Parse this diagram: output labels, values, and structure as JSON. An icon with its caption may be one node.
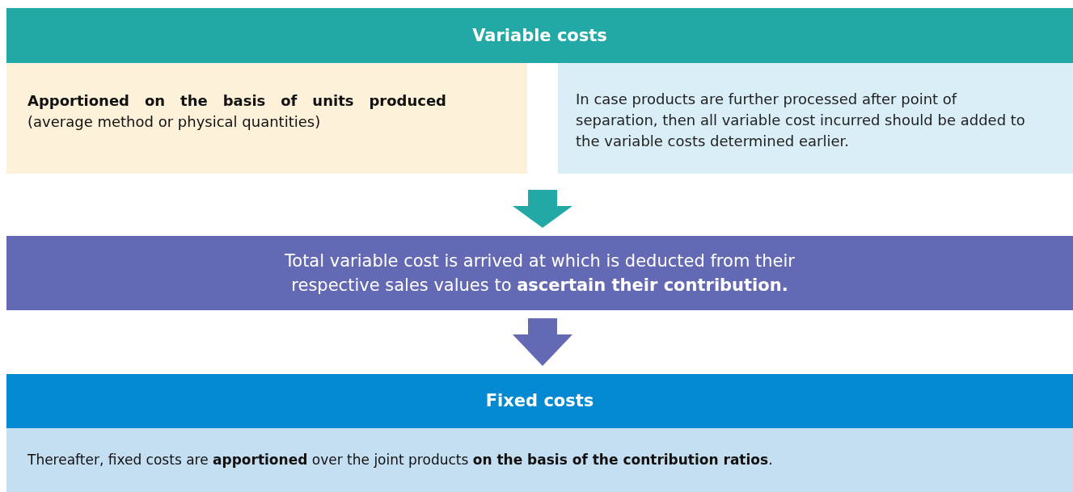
{
  "diagram": {
    "nodes": [
      {
        "text": [
          "Variable costs"
        ]
      },
      {
        "text": [
          "**Apportioned on the basis of units produced** (average method or physical quantities)"
        ]
      },
      {
        "text": [
          "In case products are further processed after point of separation, then all variable cost incurred should be added to the variable costs determined earlier."
        ]
      },
      {
        "text": [
          "Total variable cost is arrived at which is deducted from their respective sales values to **ascertain their contribution.**"
        ]
      },
      {
        "text": [
          "Fixed costs"
        ]
      },
      {
        "text": [
          "Thereafter, fixed costs are **apportioned** over the joint products **on the basis of the contribution ratios**."
        ]
      }
    ],
    "edges": [
      {
        "from": null,
        "to": 3,
        "arrow": "to",
        "style": "thick",
        "color": "#23a9a5"
      },
      {
        "from": 3,
        "to": 4,
        "arrow": "to",
        "style": "thick",
        "color": "#6469b3"
      }
    ]
  }
}
